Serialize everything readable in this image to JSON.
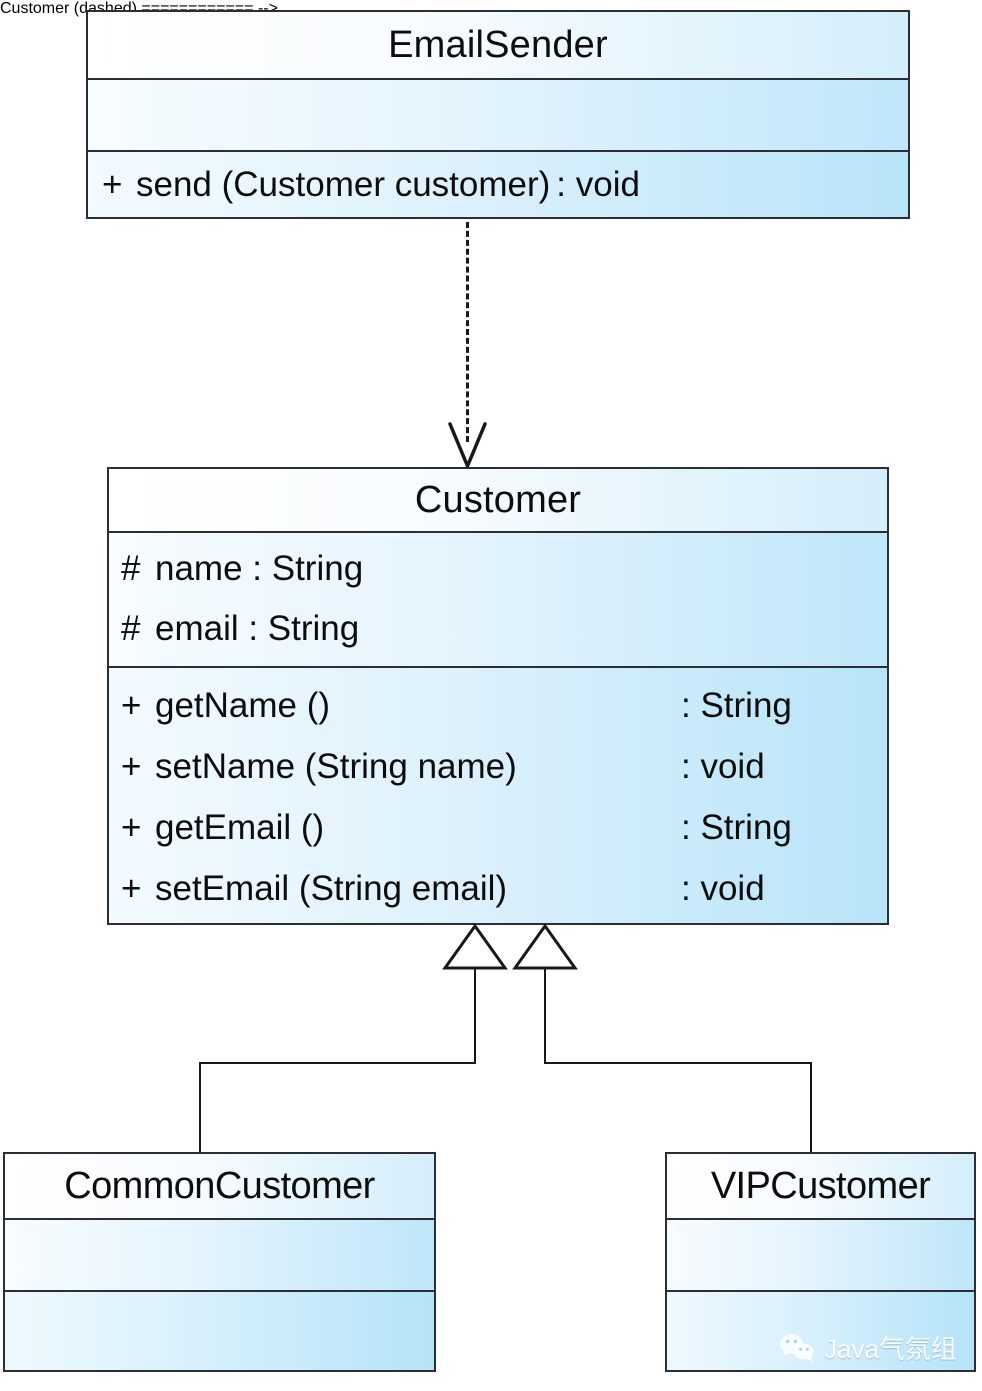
{
  "diagram": {
    "type": "uml-class-diagram",
    "title": "Customer class hierarchy with EmailSender dependency",
    "colors": {
      "border": "#2b2f33",
      "fill_light": "#fbfdff",
      "fill_dark": "#b8e4f8",
      "connector": "#16191c",
      "watermark_text": "#ffffff"
    }
  },
  "classes": {
    "email_sender": {
      "name": "EmailSender",
      "attributes": [],
      "operations": [
        {
          "visibility": "+",
          "signature": "send (Customer customer)",
          "return_type": ": void"
        }
      ]
    },
    "customer": {
      "name": "Customer",
      "attributes": [
        {
          "visibility": "#",
          "signature": "name  : String"
        },
        {
          "visibility": "#",
          "signature": "email  : String"
        }
      ],
      "operations": [
        {
          "visibility": "+",
          "signature": "getName ()",
          "return_type": ": String"
        },
        {
          "visibility": "+",
          "signature": "setName (String name)",
          "return_type": ": void"
        },
        {
          "visibility": "+",
          "signature": "getEmail ()",
          "return_type": ": String"
        },
        {
          "visibility": "+",
          "signature": "setEmail (String email)",
          "return_type": ": void"
        }
      ]
    },
    "common_customer": {
      "name": "CommonCustomer",
      "attributes": [],
      "operations": []
    },
    "vip_customer": {
      "name": "VIPCustomer",
      "attributes": [],
      "operations": []
    }
  },
  "relationships": [
    {
      "kind": "dependency",
      "style": "dashed-open-arrow",
      "from": "EmailSender",
      "to": "Customer"
    },
    {
      "kind": "generalization",
      "style": "solid-hollow-triangle",
      "from": "CommonCustomer",
      "to": "Customer"
    },
    {
      "kind": "generalization",
      "style": "solid-hollow-triangle",
      "from": "VIPCustomer",
      "to": "Customer"
    }
  ],
  "watermark": {
    "icon": "wechat-icon",
    "text": "Java气氛组"
  }
}
